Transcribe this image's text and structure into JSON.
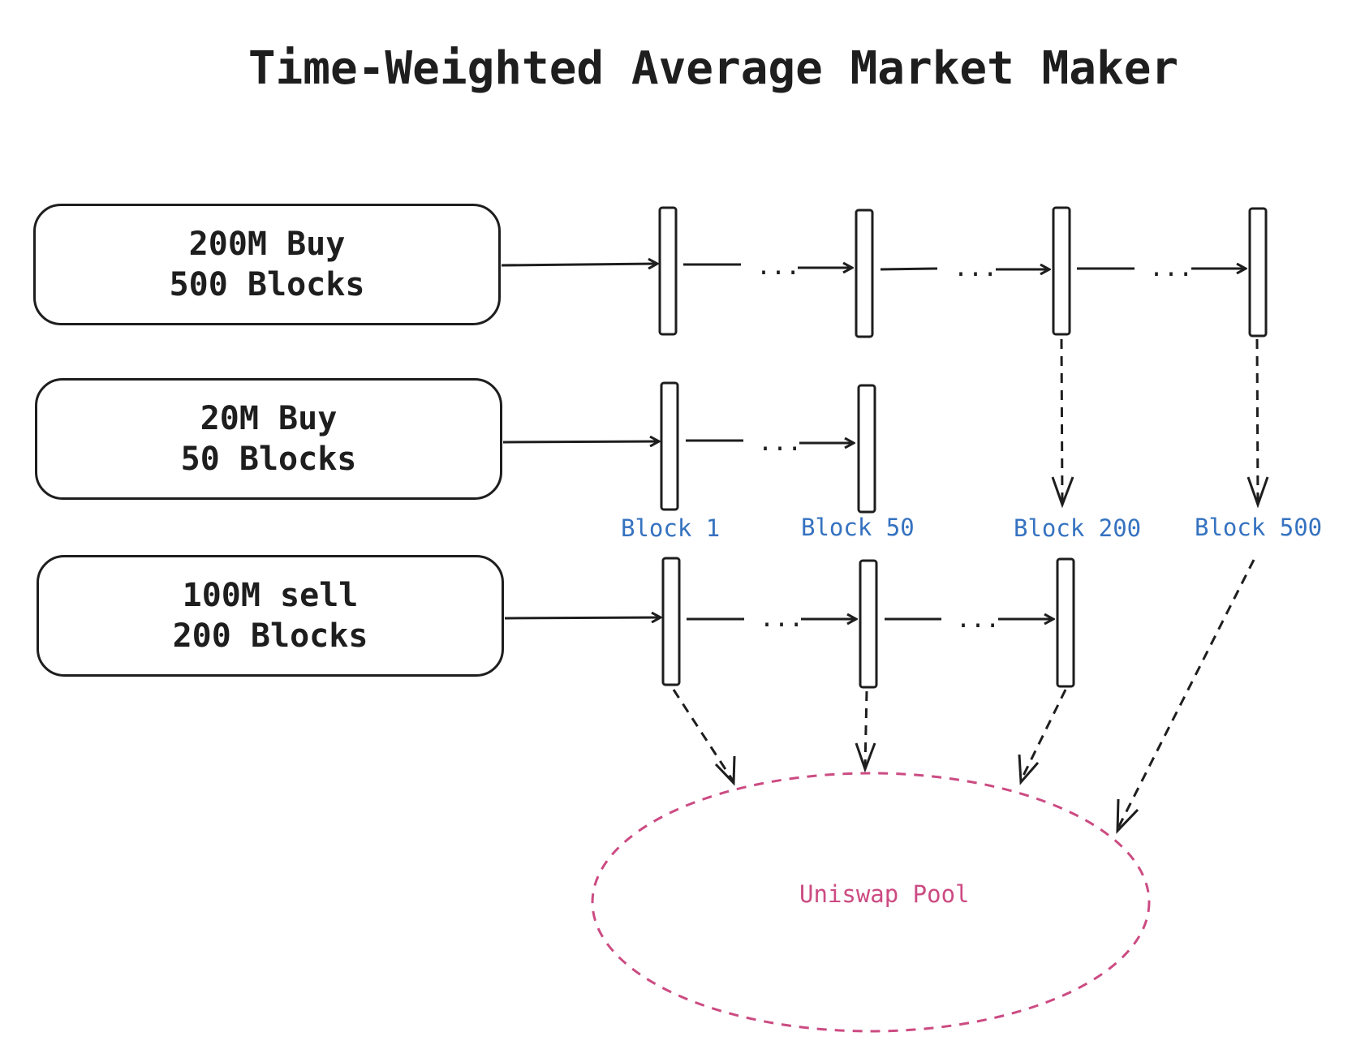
{
  "title": "Time-Weighted Average Market Maker",
  "orders": [
    {
      "line1": "200M Buy",
      "line2": "500 Blocks"
    },
    {
      "line1": "20M Buy",
      "line2": "50 Blocks"
    },
    {
      "line1": "100M sell",
      "line2": "200 Blocks"
    }
  ],
  "block_labels": [
    "Block 1",
    "Block 50",
    "Block 200",
    "Block 500"
  ],
  "ellipsis": "...",
  "pool": {
    "label": "Uniswap Pool"
  },
  "colors": {
    "stroke": "#1e1e1e",
    "block_label": "#3572c0",
    "pool": "#cc4b82"
  }
}
